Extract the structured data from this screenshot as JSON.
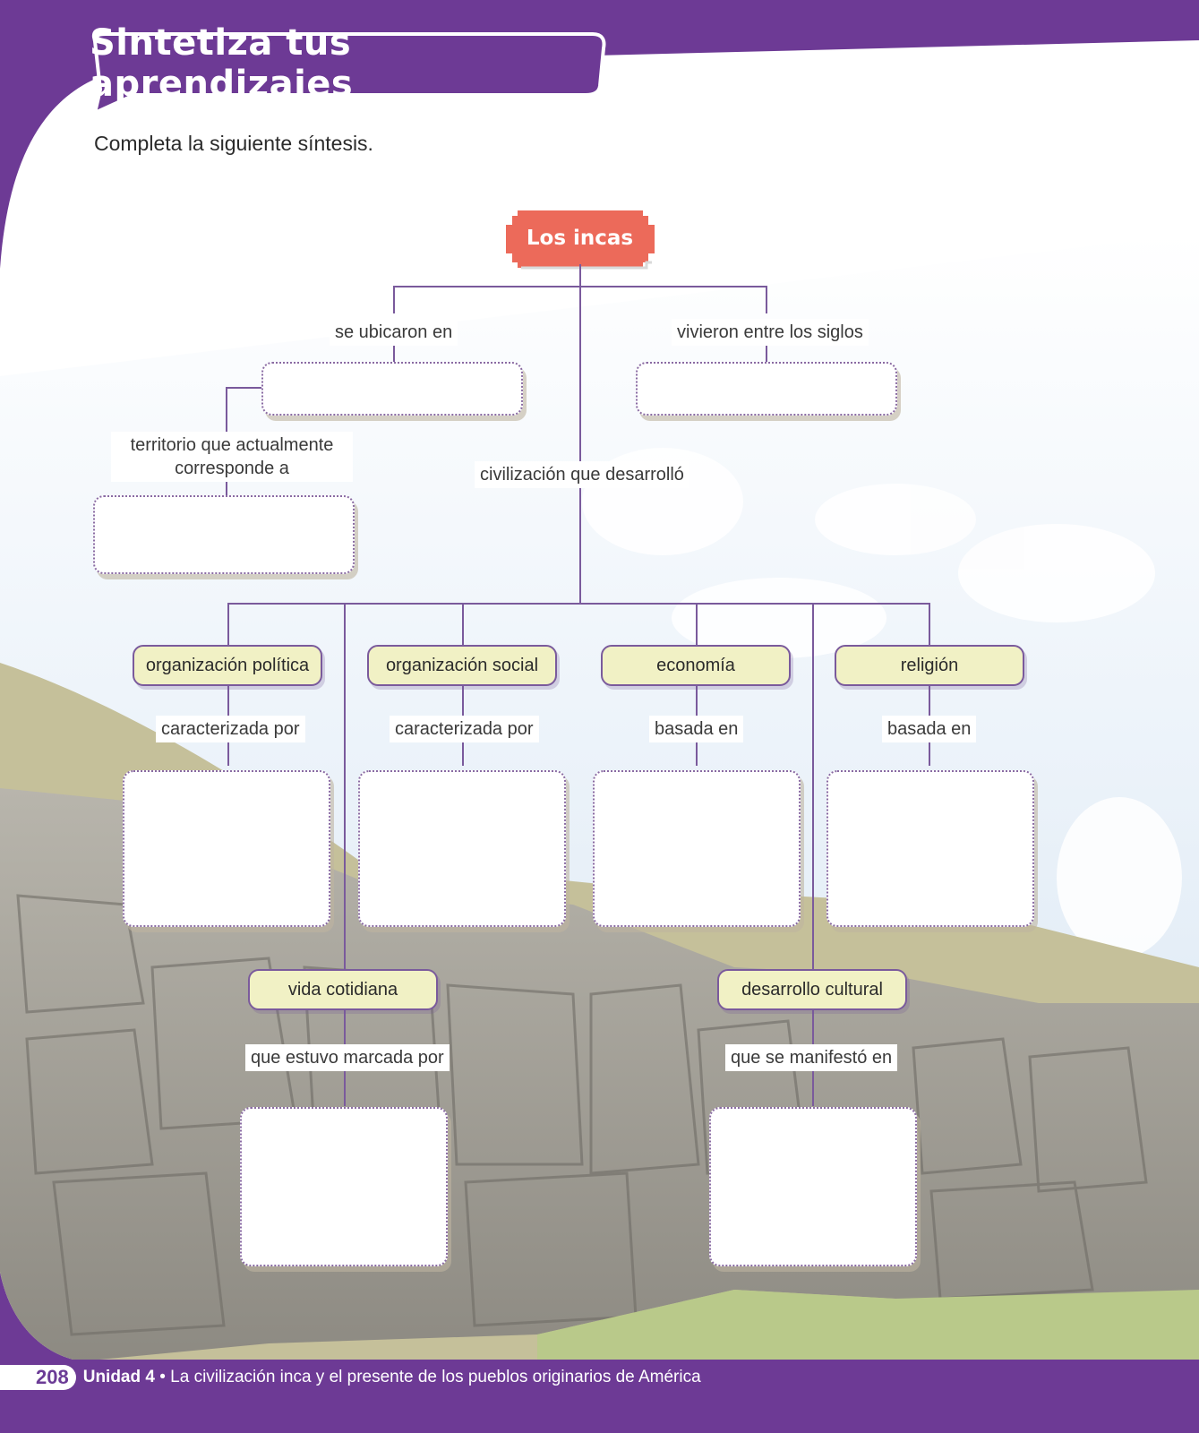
{
  "title": "Sintetiza tus aprendizajes",
  "instruction": "Completa la siguiente síntesis.",
  "root": "Los incas",
  "connectors": {
    "ubicaron": "se ubicaron en",
    "siglos": "vivieron entre los siglos",
    "territorio_1": "territorio que actualmente",
    "territorio_2": "corresponde a",
    "desarrollo": "civilización que desarrolló",
    "pol": "caracterizada por",
    "soc": "caracterizada por",
    "eco": "basada en",
    "rel": "basada en",
    "vida": "que estuvo marcada por",
    "cultural": "que se manifestó en"
  },
  "categories": {
    "politica": "organización política",
    "social": "organización social",
    "economia": "economía",
    "religion": "religión",
    "vida": "vida cotidiana",
    "cultural": "desarrollo cultural"
  },
  "footer": {
    "page_number": "208",
    "unit": "Unidad 4",
    "bullet": "•",
    "text": "La civilización inca y el presente de los pueblos originarios de América"
  },
  "colors": {
    "purple": "#6d3a95",
    "root_red": "#ec6a5a",
    "category_fill": "#f1f1c5",
    "line": "#7a5a9c"
  }
}
